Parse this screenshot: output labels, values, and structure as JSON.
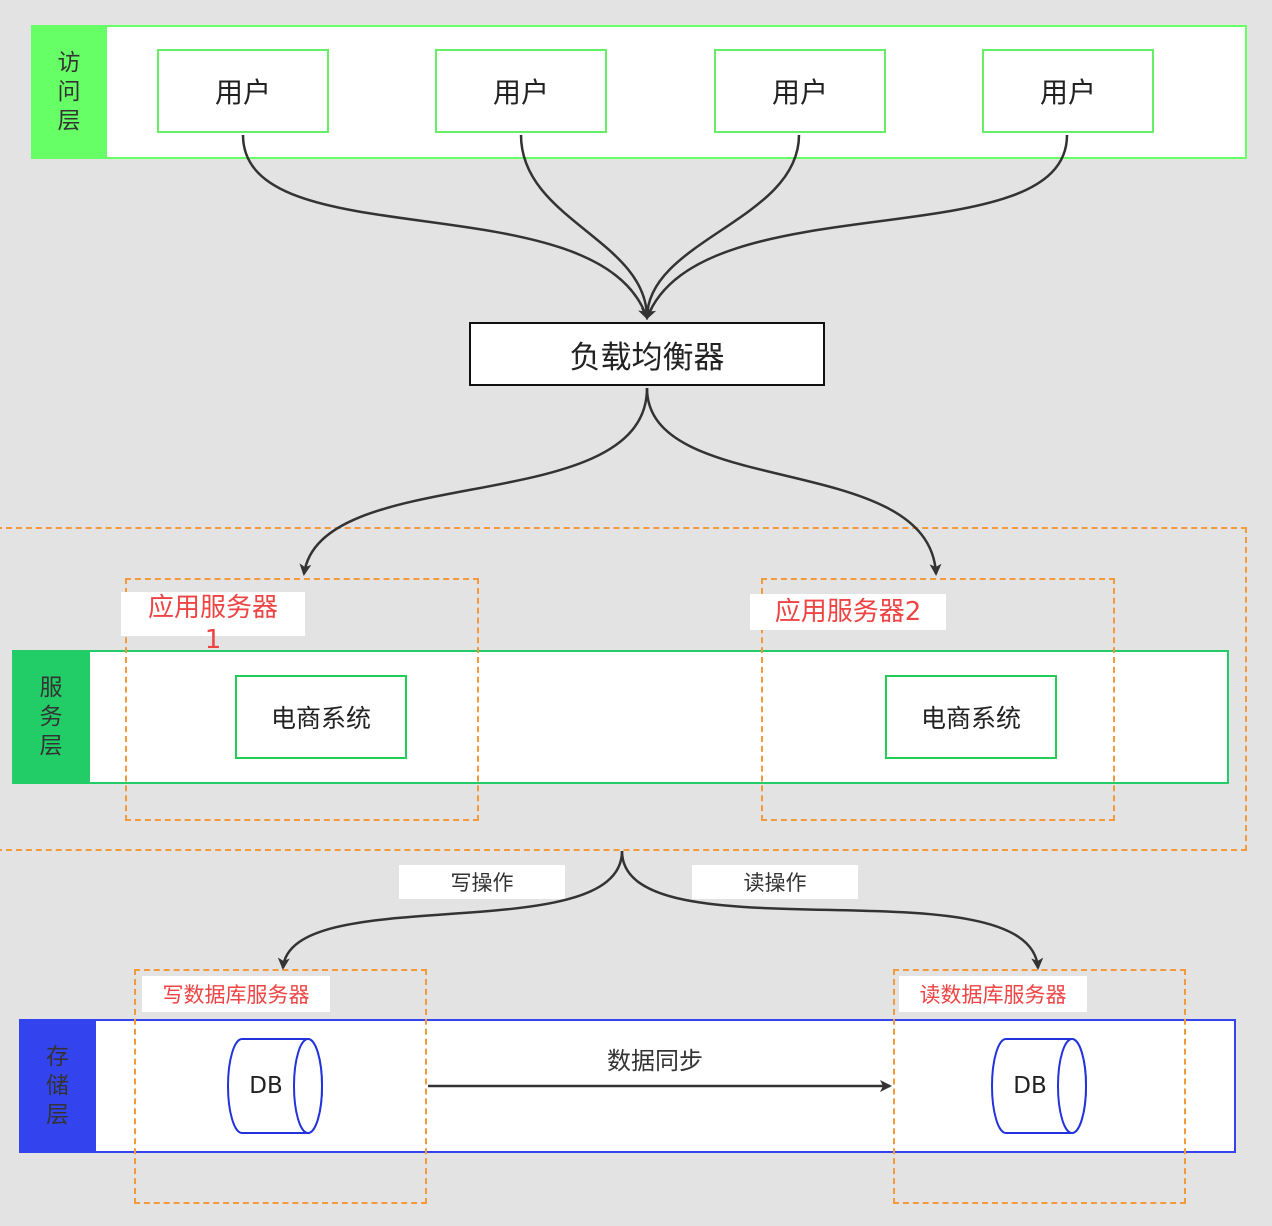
{
  "access_layer": {
    "label": "访\n问\n层",
    "users": [
      "用户",
      "用户",
      "用户",
      "用户"
    ],
    "accent_color": "#66ff66"
  },
  "load_balancer": {
    "label": "负载均衡器"
  },
  "service_layer": {
    "label": "服\n务\n层",
    "accent_color": "#22cc66",
    "servers": [
      {
        "label": "应用服务器\n1",
        "system": "电商系统"
      },
      {
        "label": "应用服务器2",
        "system": "电商系统"
      }
    ]
  },
  "operations": {
    "write": "写操作",
    "read": "读操作"
  },
  "storage_layer": {
    "label": "存\n储\n层",
    "accent_color": "#3344ee",
    "write_server": {
      "label": "写数据库服务器",
      "db": "DB"
    },
    "read_server": {
      "label": "读数据库服务器",
      "db": "DB"
    },
    "sync_label": "数据同步"
  },
  "colors": {
    "dashed_border": "#f39a3d",
    "server_label_text": "#ee4444",
    "arrow": "#333333"
  }
}
